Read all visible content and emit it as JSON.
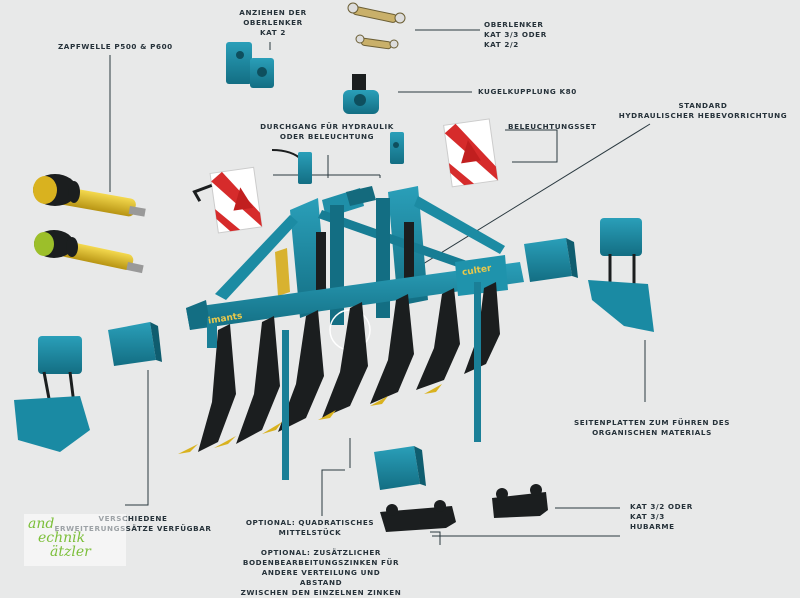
{
  "labels": {
    "pto": "ZAPFWELLE P500 & P600",
    "tighten_top_link": "ANZIEHEN DER\nOBERLENKER\nKAT 2",
    "top_link": "OBERLENKER\nKAT 3/3 ODER\nKAT 2/2",
    "ball_coupling": "KUGELKUPPLUNG K80",
    "hydraulic_passage": "DURCHGANG FÜR HYDRAULIK\nODER BELEUCHTUNG",
    "lighting_set": "BELEUCHTUNGSSET",
    "standard_lift": "STANDARD\nHYDRAULISCHER HEBEVORRICHTUNG",
    "side_plates": "SEITENPLATTEN ZUM FÜHREN DES\nORGANISCHEN MATERIALS",
    "extension_sets": "VERSCHIEDENE\nERWEITERUNGSSÄTZE VERFÜGBAR",
    "square_center": "OPTIONAL: QUADRATISCHES\nMITTELSTÜCK",
    "additional_tines": "OPTIONAL: ZUSÄTZLICHER\nBODENBEARBEITUNGSZINKEN FÜR\nANDERE VERTEILUNG UND ABSTAND\nZWISCHEN DEN EINZELNEN ZINKEN",
    "lift_arms": "KAT 3/2 ODER\nKAT 3/3\nHUBARME"
  },
  "brand": {
    "frame_left": "imants",
    "frame_right": "culter"
  },
  "logo": {
    "line1": "and",
    "line2": "echnik",
    "line3": "ätzler"
  },
  "colors": {
    "machine": "#1b8aa3",
    "machine_dark": "#126579",
    "tine": "#1b1e1f",
    "tip": "#d9b21f",
    "background": "#e8e9e9",
    "callout_line": "#2a3940"
  }
}
